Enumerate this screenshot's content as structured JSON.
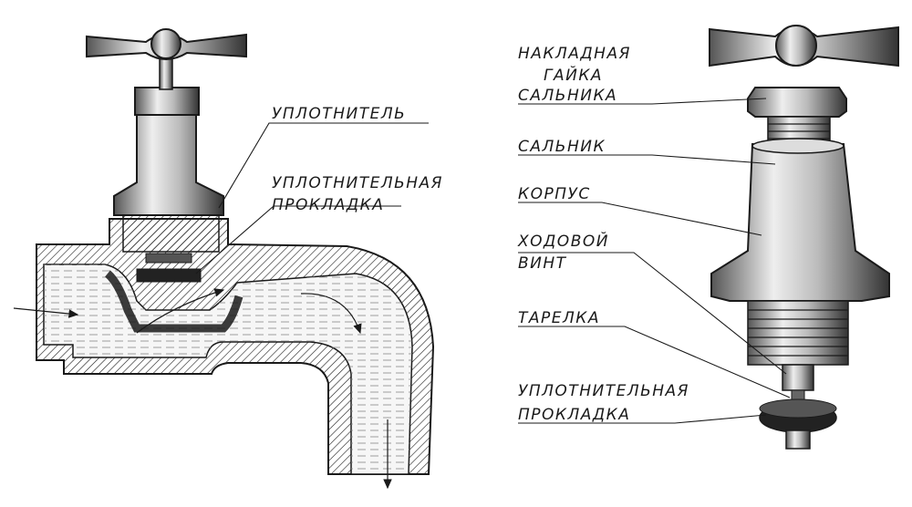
{
  "left_labels": {
    "seal": "УПЛОТНИТЕЛЬ",
    "gasket_line1": "УПЛОТНИТЕЛЬНАЯ",
    "gasket_line2": "ПРОКЛАДКА"
  },
  "right_labels": {
    "nut_line1": "НАКЛАДНАЯ",
    "nut_line2": "ГАЙКА",
    "nut_line3": "САЛЬНИКА",
    "gland": "САЛЬНИК",
    "body": "КОРПУС",
    "screw_line1": "ХОДОВОЙ",
    "screw_line2": "ВИНТ",
    "disc": "ТАРЕЛКА",
    "gasket_line1": "УПЛОТНИТЕЛЬНАЯ",
    "gasket_line2": "ПРОКЛАДКА"
  },
  "colors": {
    "ink": "#1a1a1a",
    "paper": "#ffffff",
    "water": "#f2f2f2"
  }
}
